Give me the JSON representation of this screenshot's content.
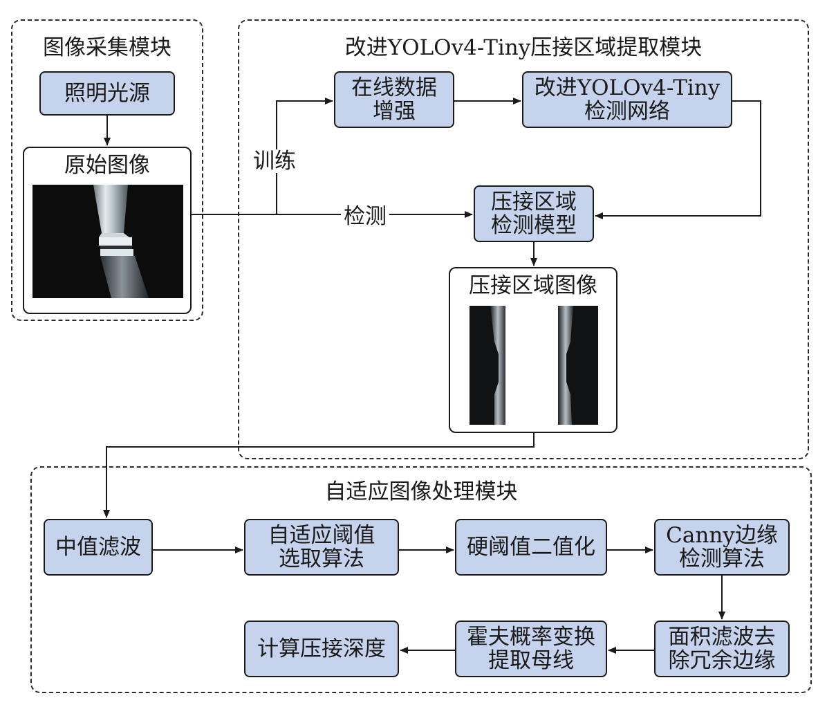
{
  "modules": {
    "acquisition": {
      "title": "图像采集模块"
    },
    "extraction": {
      "title": "改进YOLOv4-Tiny压接区域提取模块"
    },
    "processing": {
      "title": "自适应图像处理模块"
    }
  },
  "nodes": {
    "light_source": "照明光源",
    "original_image": "原始图像",
    "online_augmentation": "在线数据\n增强",
    "detection_network": "改进YOLOv4-Tiny\n检测网络",
    "detection_model": "压接区域\n检测模型",
    "crimp_region_image": "压接区域图像",
    "median_filter": "中值滤波",
    "adaptive_threshold": "自适应阈值\n选取算法",
    "hard_threshold": "硬阈值二值化",
    "canny": "Canny边缘\n检测算法",
    "area_filter": "面积滤波去\n除冗余边缘",
    "hough": "霍夫概率变换\n提取母线",
    "crimp_depth": "计算压接深度"
  },
  "edge_labels": {
    "train": "训练",
    "detect": "检测"
  }
}
